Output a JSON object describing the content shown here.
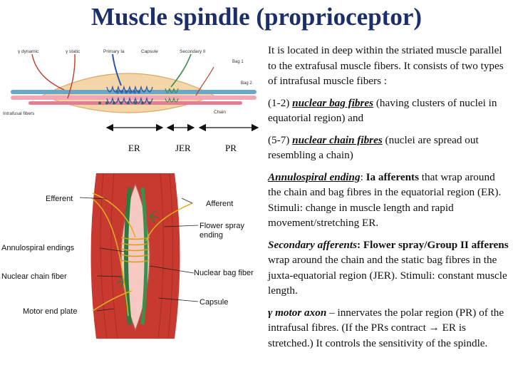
{
  "title": "Muscle spindle (proprioceptor)",
  "top_figure": {
    "labels": {
      "gamma_dynamic": "γ dynamic",
      "gamma_static": "γ static",
      "primary": "Primary Ia",
      "capsule": "Capsule",
      "secondary": "Secondary II",
      "bag1": "Bag 1",
      "bag2": "Bag 2",
      "intrafusal": "Intrafusal fibers",
      "chain": "Chain"
    }
  },
  "regions": {
    "er": "ER",
    "jer": "JER",
    "pr": "PR"
  },
  "bottom_figure": {
    "labels": {
      "efferent": "Efferent",
      "afferent": "Afferent",
      "flower_spray": "Flower spray",
      "ending": "ending",
      "annulospiral": "Annulospiral endings",
      "nuclear_chain": "Nuclear chain fiber",
      "nuclear_bag": "Nuclear bag fiber",
      "capsule": "Capsule",
      "motor_end_plate": "Motor end plate"
    }
  },
  "text": {
    "p1": "It is located in deep within the striated muscle parallel to the extrafusal muscle fibers. It consists of two types of intrafusal muscle fibers :",
    "p2_pre": "(1-2) ",
    "p2_term": "nuclear bag fibres",
    "p2_post": " (having clusters of nuclei in equatorial region) and",
    "p3_pre": "(5-7) ",
    "p3_term": "nuclear chain fibres",
    "p3_post": " (nuclei are spread out resembling a chain)",
    "p4_term": "Annulospiral ending",
    "p4_colon": ": ",
    "p4_bold": "Ia afferents",
    "p4_post": " that wrap around the chain and bag fibres in the equatorial region (ER). Stimuli: change in muscle length and rapid movement/stretching ER.",
    "p5_term": "Secondary afferents",
    "p5_colon": ": ",
    "p5_bold": "Flower spray/Group II afferens",
    "p5_post": " wrap around the chain and the static bag fibres in the juxta-equatorial region (JER). Stimuli: constant muscle length.",
    "p6_term": "γ motor axon",
    "p6_post": " – innervates the polar region (PR) of the intrafusal fibres. (If the PRs contract → ER is stretched.) It controls the sensitivity of the spindle."
  }
}
